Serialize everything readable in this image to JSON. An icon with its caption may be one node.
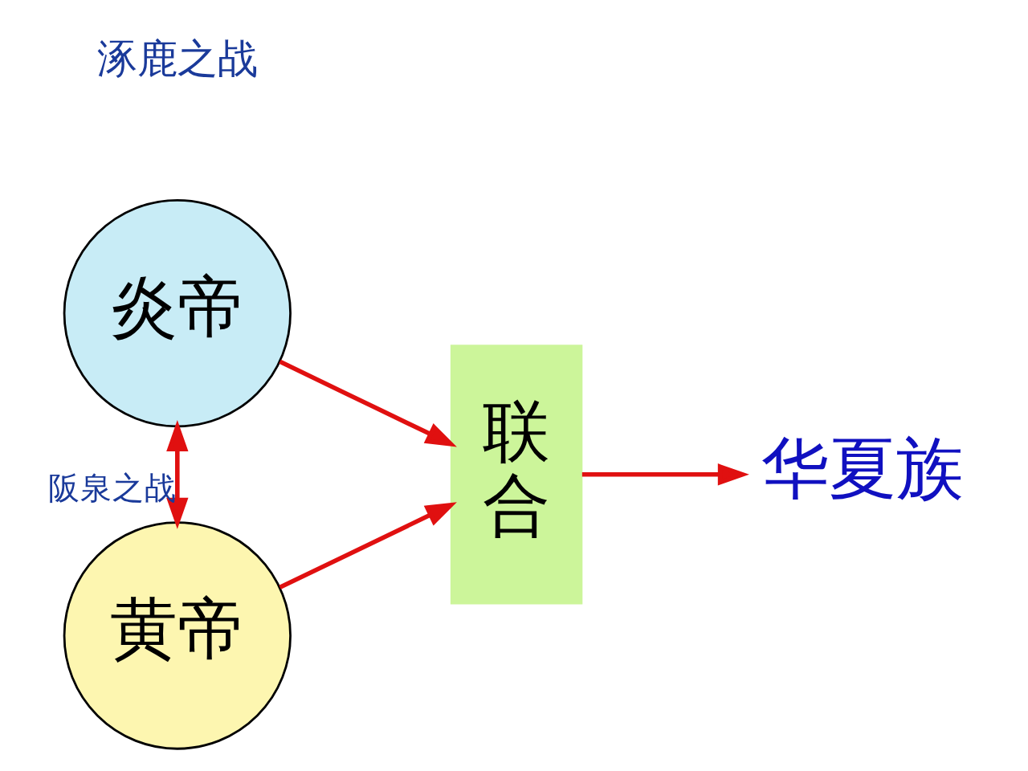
{
  "diagram": {
    "nodes": [
      {
        "text": [
          "炎帝"
        ]
      },
      {
        "text": [
          "黄帝"
        ]
      },
      {
        "text": [
          "联合"
        ]
      },
      {
        "text": [
          "华夏族"
        ]
      }
    ],
    "edges": [
      {
        "from": 0,
        "to": 2,
        "arrow": "to"
      },
      {
        "from": 1,
        "to": 2,
        "arrow": "to"
      },
      {
        "from": 0,
        "to": 1,
        "arrow": "both",
        "label": "阪泉之战"
      },
      {
        "from": 2,
        "to": 3,
        "arrow": "to"
      }
    ],
    "labels": [
      "涿鹿之战"
    ]
  }
}
